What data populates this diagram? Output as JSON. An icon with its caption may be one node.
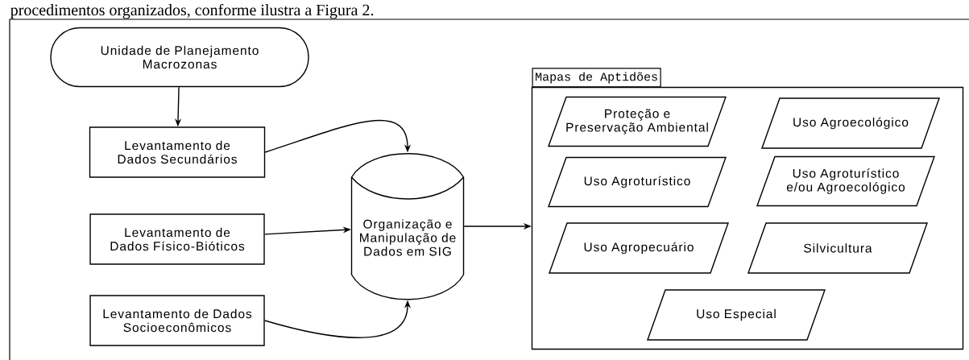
{
  "diagram": {
    "nodes": [
      {
        "text": [
          "Unidade de Planejamento Macrozonas"
        ]
      },
      {
        "text": [
          "Levantamento de Dados Secundários"
        ]
      },
      {
        "text": [
          "Levantamento de Dados Físico-Bióticos"
        ]
      },
      {
        "text": [
          "Levantamento de Dados Socioeconômicos"
        ]
      },
      {
        "text": [
          "Organização e Manipulação de Dados em SIG"
        ]
      },
      {
        "text": [
          "Mapas de Aptidões"
        ]
      },
      {
        "text": [
          "Proteção e Preservação Ambiental"
        ],
        "in": 5
      },
      {
        "text": [
          "Uso Agroecológico"
        ],
        "in": 5
      },
      {
        "text": [
          "Uso Agroturístico"
        ],
        "in": 5
      },
      {
        "text": [
          "Uso Agroturístico e/ou Agroecológico"
        ],
        "in": 5
      },
      {
        "text": [
          "Uso Agropecuário"
        ],
        "in": 5
      },
      {
        "text": [
          "Silvicultura"
        ],
        "in": 5
      },
      {
        "text": [
          "Uso Especial"
        ],
        "in": 5
      }
    ],
    "edges": [
      {
        "from": 0,
        "to": 1,
        "arrow": "to"
      },
      {
        "from": 1,
        "to": 4,
        "arrow": "to"
      },
      {
        "from": 2,
        "to": 4,
        "arrow": "to"
      },
      {
        "from": 3,
        "to": 4,
        "arrow": "to"
      },
      {
        "from": 4,
        "to": 5,
        "arrow": "to"
      }
    ],
    "labels": [
      "procedimentos organizados, conforme ilustra a Figura 2."
    ]
  }
}
